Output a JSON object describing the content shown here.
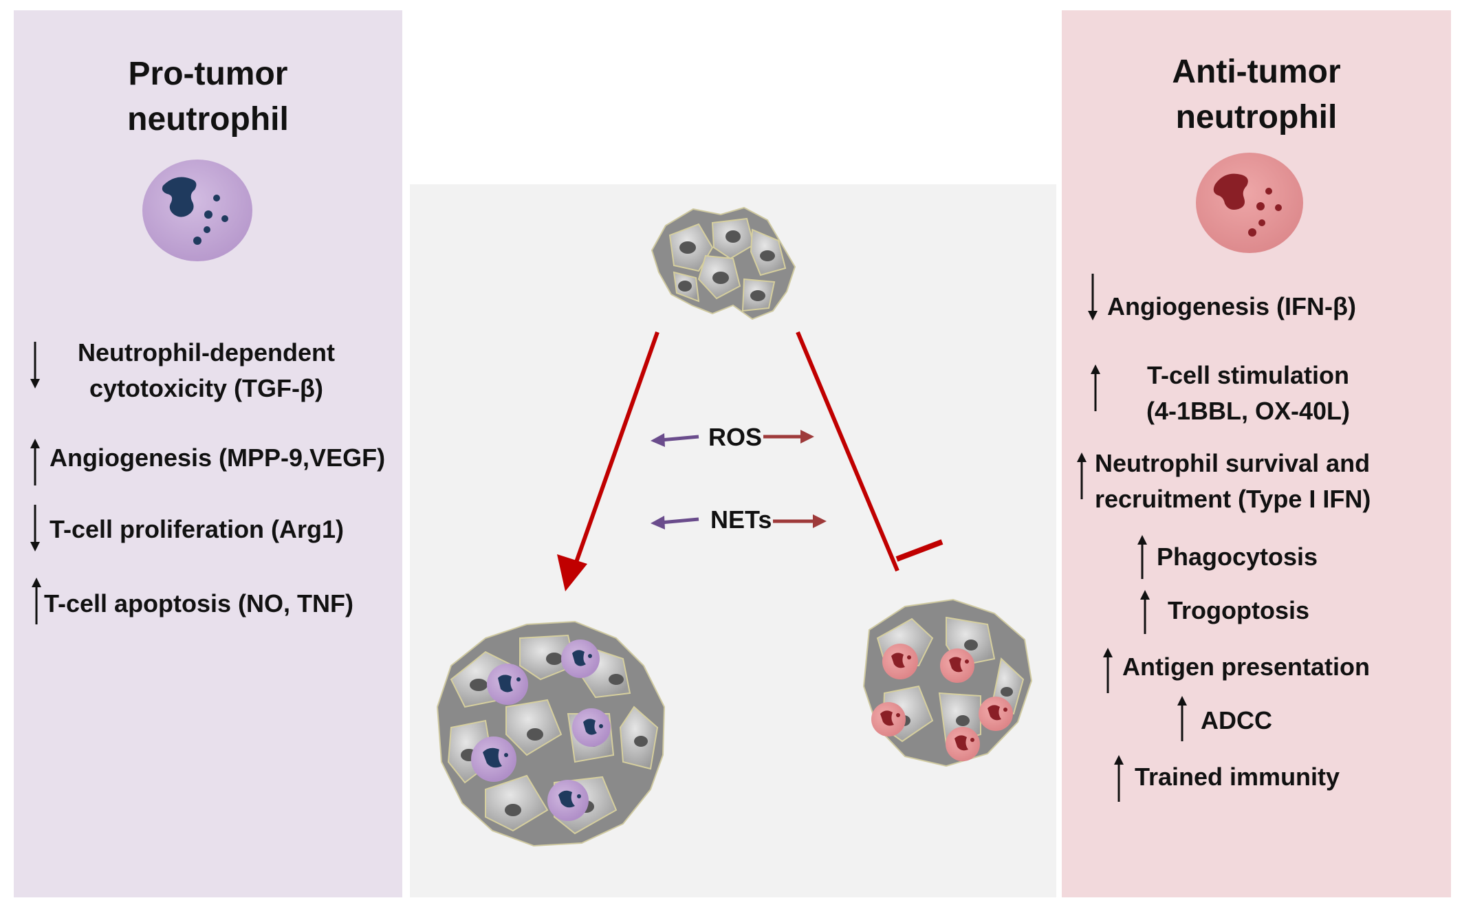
{
  "pro_tumor": {
    "title_line1": "Pro-tumor",
    "title_line2": "neutrophil",
    "items": [
      {
        "direction": "down",
        "line1": "Neutrophil-dependent",
        "line2": "cytotoxicity (TGF-β)"
      },
      {
        "direction": "up",
        "line1": "Angiogenesis (MPP-9,VEGF)"
      },
      {
        "direction": "down",
        "line1": "T-cell proliferation (Arg1)"
      },
      {
        "direction": "up",
        "line1": "T-cell apoptosis (NO, TNF)"
      }
    ]
  },
  "anti_tumor": {
    "title_line1": "Anti-tumor",
    "title_line2": "neutrophil",
    "items": [
      {
        "direction": "down",
        "line1": "Angiogenesis (IFN-β)"
      },
      {
        "direction": "up",
        "line1": "T-cell stimulation",
        "line2": "(4-1BBL, OX-40L)"
      },
      {
        "direction": "up",
        "line1": "Neutrophil survival and",
        "line2": "recruitment (Type I IFN)"
      },
      {
        "direction": "up",
        "line1": "Phagocytosis"
      },
      {
        "direction": "up",
        "line1": "Trogoptosis"
      },
      {
        "direction": "up",
        "line1": "Antigen presentation"
      },
      {
        "direction": "up",
        "line1": "ADCC"
      },
      {
        "direction": "up",
        "line1": "Trained immunity"
      }
    ]
  },
  "center": {
    "ros_label": "ROS",
    "nets_label": "NETs"
  },
  "colors": {
    "pro_panel": "#e8e0ec",
    "anti_panel": "#f2d9dc",
    "center_panel": "#f2f2f2",
    "pro_cell": "#c4a8d6",
    "pro_nucleus": "#1f3a5e",
    "anti_cell": "#e39a9c",
    "anti_nucleus": "#8a1f26",
    "red_arrow": "#c00000",
    "purple_arrow": "#6a4c8c",
    "brown_arrow": "#9e3a3a"
  }
}
